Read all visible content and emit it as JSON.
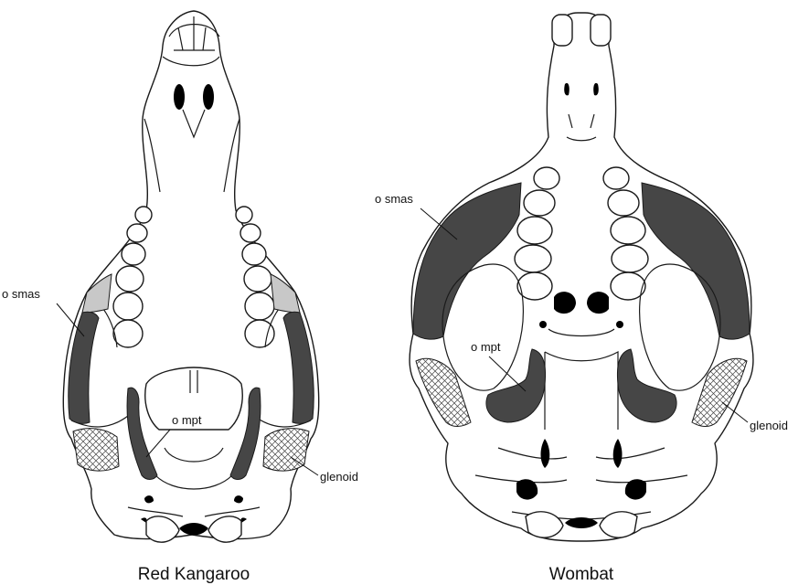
{
  "colors": {
    "muscle_dark": "#464646",
    "muscle_light": "#c8c8c8",
    "outline": "#1a1a1a",
    "background": "#ffffff"
  },
  "kangaroo": {
    "caption": "Red Kangaroo",
    "label_smas": "o smas",
    "label_mpt": "o mpt",
    "label_glenoid": "glenoid"
  },
  "wombat": {
    "caption": "Wombat",
    "label_smas": "o smas",
    "label_mpt": "o mpt",
    "label_glenoid": "glenoid"
  }
}
